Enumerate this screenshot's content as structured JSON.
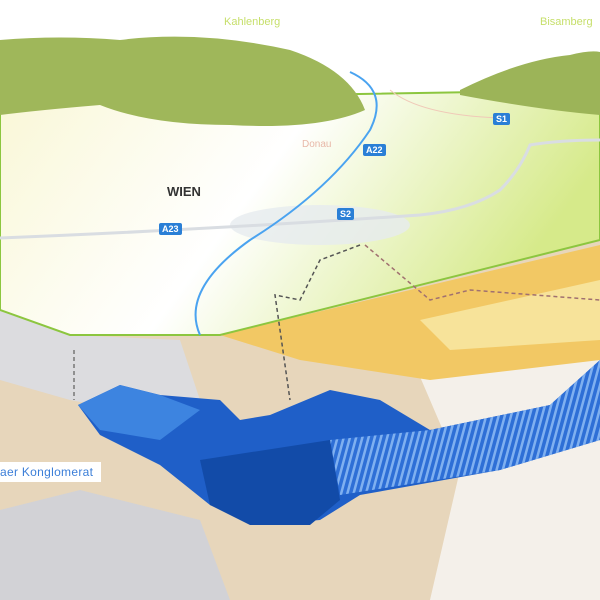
{
  "labels": {
    "hill_left": "Kahlenberg",
    "hill_right": "Bisamberg",
    "river": "Donau",
    "city": "WIEN"
  },
  "road_signs": [
    "A22",
    "A23",
    "S1",
    "S2"
  ],
  "legend": {
    "text": "aer Konglomerat"
  },
  "colors": {
    "aquifer": "#1f5fc8",
    "surface_edge": "#8cc63f",
    "river": "#4aa3f0",
    "sign": "#2a7fd6"
  }
}
